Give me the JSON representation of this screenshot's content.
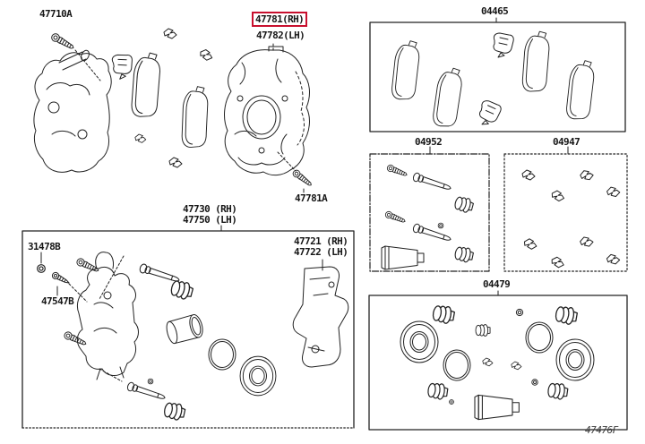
{
  "figure_code": "47476F",
  "colors": {
    "background": "#ffffff",
    "line": "#222222",
    "highlight_box": "#c8102e"
  },
  "callouts": {
    "caliper_bolt": "47710A",
    "dust_cover_rh": "47781(RH)",
    "dust_cover_lh": "47782(LH)",
    "dust_cover_bolt": "47781A",
    "pad_kit": "04465",
    "pin_kit": "04952",
    "fitting_kit": "04947",
    "cylinder_kit": "04479",
    "caliper_assy_rh": "47730 (RH)",
    "caliper_assy_lh": "47750 (LH)",
    "bleeder_cap": "31478B",
    "bleeder_plug": "47547B",
    "mounting_bracket_rh": "47721 (RH)",
    "mounting_bracket_lh": "47722 (LH)"
  }
}
